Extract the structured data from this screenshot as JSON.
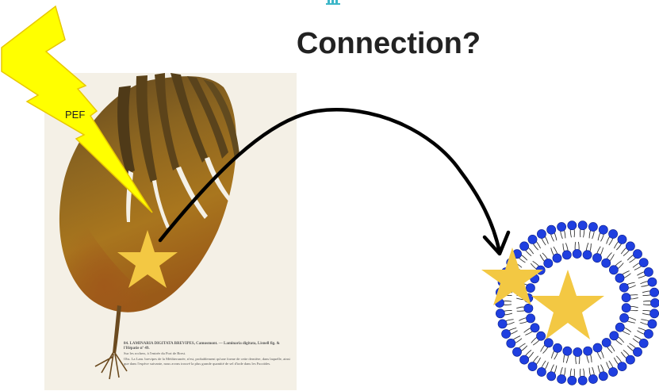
{
  "title": "Connection?",
  "lightning": {
    "label": "PEF",
    "color": "#FFFF00",
    "outline": "#E8C800"
  },
  "specimen": {
    "caption_head": "84. LAMINARIA DIGITATA BREVIPES, Camusmont. — Laminaria digitata, Lisnell fig. & l'Hépatie nº 49.",
    "caption_line2": "Sur les rochers, à l'entrée du Port de Brest.",
    "caption_body": "Obs. La Lam. brevipes de la Méditerranée, n'est, probablement qu'une forme de cette dernière, dans laquelle, ainsi que dans l'espèce suivante, nous avons trouvé la plus grande quantité de sel d'iode dans les Fucoïdes."
  },
  "colors": {
    "star": "#F3C843",
    "arrow": "#000000",
    "lipid_head": "#1F3FE0",
    "kelp_dark": "#5E3A12",
    "kelp_mid": "#9C6A1E",
    "kelp_light": "#C9A24A"
  }
}
